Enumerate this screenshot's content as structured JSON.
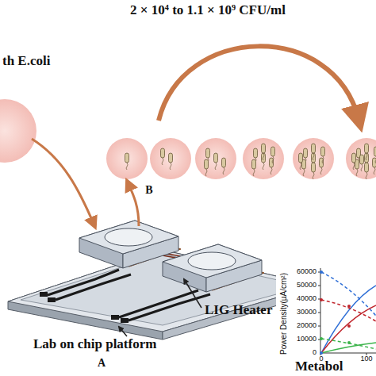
{
  "diagram": {
    "labels": [
      "2 × 10⁴ to 1.1 × 10⁹ CFU/ml",
      "th E.coli",
      "B",
      "LIG Heater",
      "Lab on chip platform",
      "A",
      "Power Density(µA/cm²)",
      "60000",
      "50000",
      "40000",
      "30000",
      "20000",
      "10000",
      "0",
      "0",
      "100",
      "Metabol"
    ]
  }
}
